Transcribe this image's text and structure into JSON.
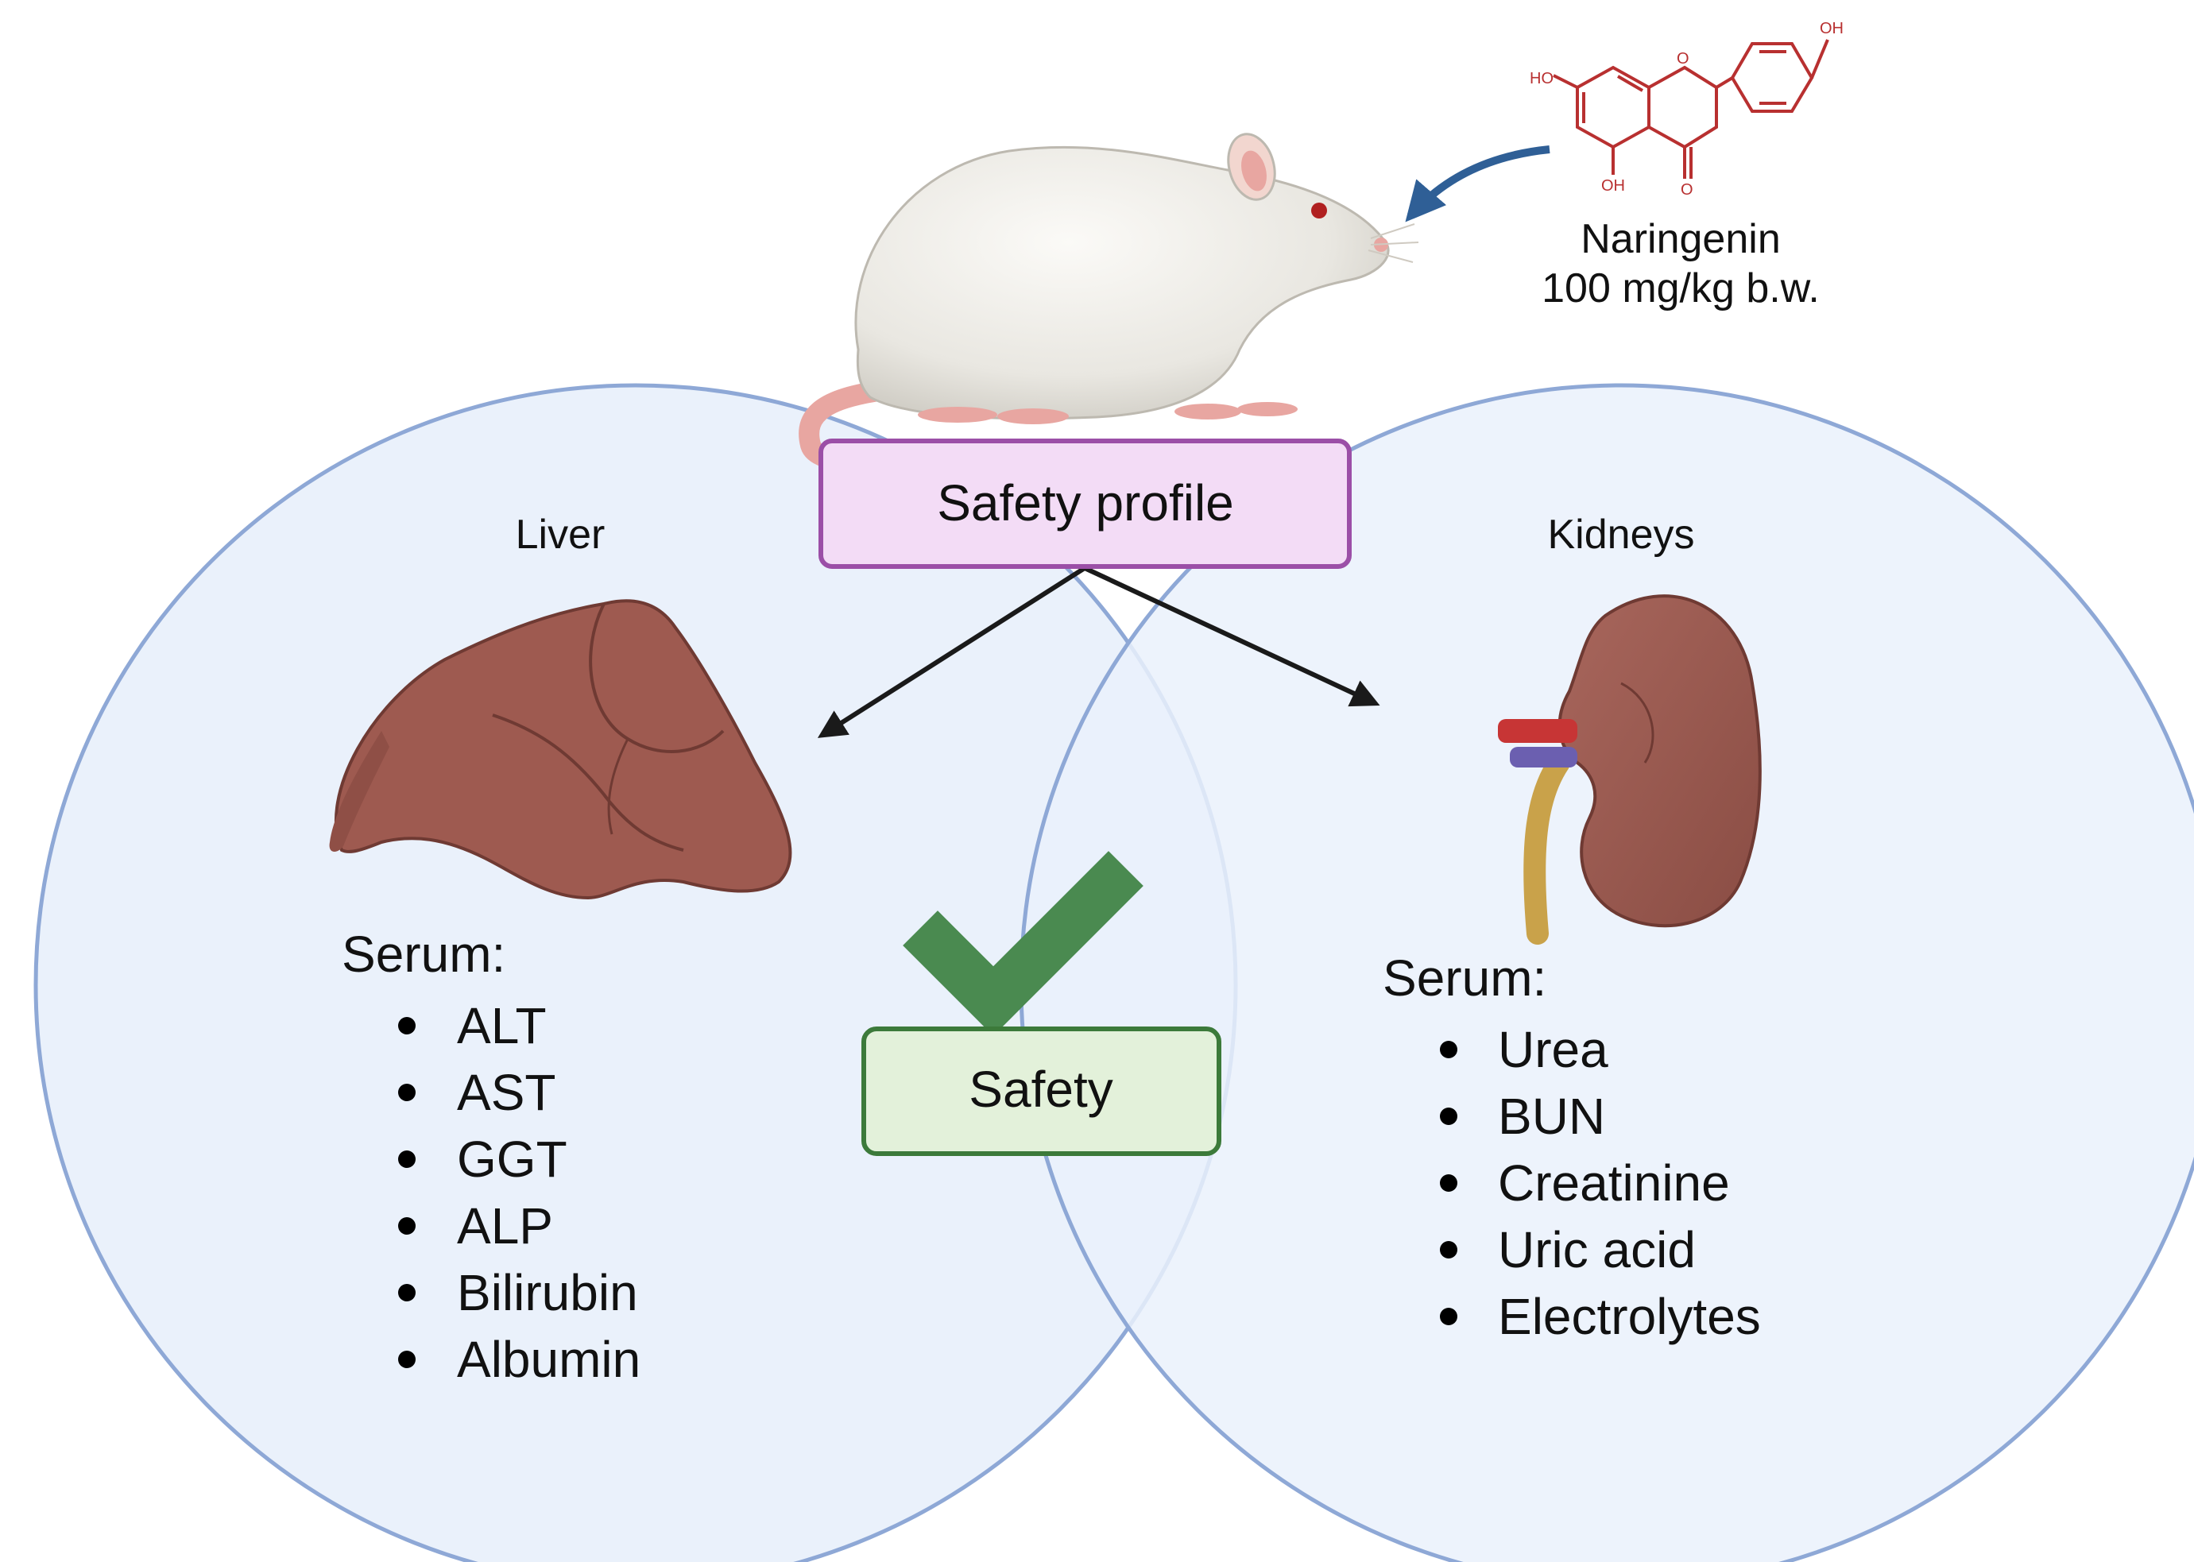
{
  "compound": {
    "name": "Naringenin",
    "dose": "100 mg/kg b.w.",
    "structure_labels": [
      "HO",
      "OH",
      "O",
      "OH",
      "O"
    ]
  },
  "profile_box": {
    "label": "Safety profile",
    "fill": "#f3dcf6",
    "stroke": "#9b4fa7"
  },
  "liver": {
    "title": "Liver",
    "serum_heading": "Serum:",
    "markers": [
      "ALT",
      "AST",
      "GGT",
      "ALP",
      "Bilirubin",
      "Albumin"
    ]
  },
  "kidneys": {
    "title": "Kidneys",
    "serum_heading": "Serum:",
    "markers": [
      "Urea",
      "BUN",
      "Creatinine",
      "Uric acid",
      "Electrolytes"
    ]
  },
  "result_box": {
    "label": "Safety",
    "fill": "#e3f1da",
    "stroke": "#3c7a3a"
  },
  "colors": {
    "circle_fill": "#eaf1fb",
    "circle_stroke": "#8ea8d6",
    "organ": "#9e5a50",
    "check": "#4a8a50",
    "dose_arrow": "#2f5f96",
    "structure": "#b83030"
  },
  "icons": {
    "rat": "rat-icon",
    "liver": "liver-icon",
    "kidney": "kidney-icon",
    "check": "checkmark-icon",
    "molecule": "naringenin-structure-icon"
  }
}
